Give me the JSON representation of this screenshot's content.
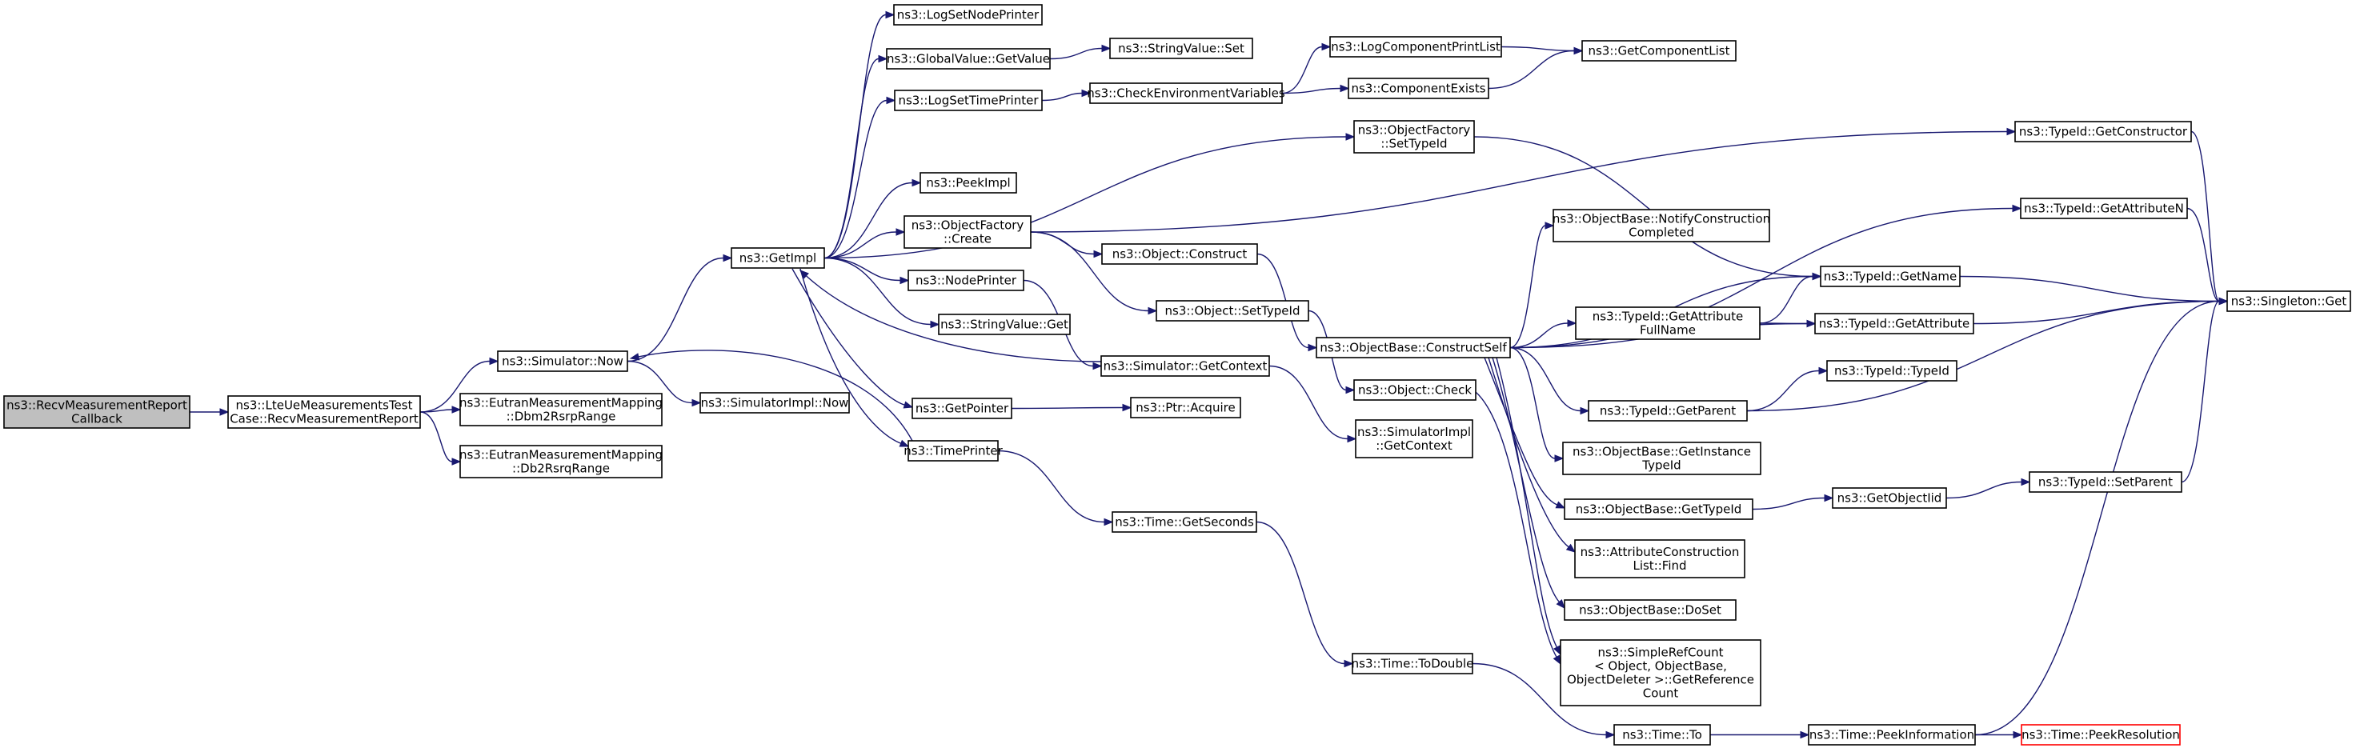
{
  "graph": {
    "nodes": [
      {
        "id": "root",
        "lines": [
          "ns3::RecvMeasurementReport",
          "Callback"
        ],
        "style": "root"
      },
      {
        "id": "lte",
        "lines": [
          "ns3::LteUeMeasurementsTest",
          "Case::RecvMeasurementReport"
        ]
      },
      {
        "id": "now",
        "lines": [
          "ns3::Simulator::Now"
        ]
      },
      {
        "id": "dbm",
        "lines": [
          "ns3::EutranMeasurementMapping",
          "::Dbm2RsrpRange"
        ]
      },
      {
        "id": "db2",
        "lines": [
          "ns3::EutranMeasurementMapping",
          "::Db2RsrqRange"
        ]
      },
      {
        "id": "getimpl",
        "lines": [
          "ns3::GetImpl"
        ]
      },
      {
        "id": "simnow",
        "lines": [
          "ns3::SimulatorImpl::Now"
        ]
      },
      {
        "id": "timeprinter",
        "lines": [
          "ns3::TimePrinter"
        ]
      },
      {
        "id": "lsnp",
        "lines": [
          "ns3::LogSetNodePrinter"
        ]
      },
      {
        "id": "gvget",
        "lines": [
          "ns3::GlobalValue::GetValue"
        ]
      },
      {
        "id": "lstp",
        "lines": [
          "ns3::LogSetTimePrinter"
        ]
      },
      {
        "id": "peekimpl",
        "lines": [
          "ns3::PeekImpl"
        ]
      },
      {
        "id": "ofcreate",
        "lines": [
          "ns3::ObjectFactory",
          "::Create"
        ]
      },
      {
        "id": "nodeprinter",
        "lines": [
          "ns3::NodePrinter"
        ]
      },
      {
        "id": "svget",
        "lines": [
          "ns3::StringValue::Get"
        ]
      },
      {
        "id": "getpointer",
        "lines": [
          "ns3::GetPointer"
        ]
      },
      {
        "id": "svset",
        "lines": [
          "ns3::StringValue::Set"
        ]
      },
      {
        "id": "cev",
        "lines": [
          "ns3::CheckEnvironmentVariables"
        ]
      },
      {
        "id": "objconstruct",
        "lines": [
          "ns3::Object::Construct"
        ]
      },
      {
        "id": "objsettypeid",
        "lines": [
          "ns3::Object::SetTypeId"
        ]
      },
      {
        "id": "simgetctx",
        "lines": [
          "ns3::Simulator::GetContext"
        ]
      },
      {
        "id": "ptracquire",
        "lines": [
          "ns3::Ptr::Acquire"
        ]
      },
      {
        "id": "timegetsec",
        "lines": [
          "ns3::Time::GetSeconds"
        ]
      },
      {
        "id": "lcpl",
        "lines": [
          "ns3::LogComponentPrintList"
        ]
      },
      {
        "id": "compexists",
        "lines": [
          "ns3::ComponentExists"
        ]
      },
      {
        "id": "ofsettypeid",
        "lines": [
          "ns3::ObjectFactory",
          "::SetTypeId"
        ]
      },
      {
        "id": "obconstructself",
        "lines": [
          "ns3::ObjectBase::ConstructSelf"
        ]
      },
      {
        "id": "objcheck",
        "lines": [
          "ns3::Object::Check"
        ]
      },
      {
        "id": "simimplgetctx",
        "lines": [
          "ns3::SimulatorImpl",
          "::GetContext"
        ]
      },
      {
        "id": "timetodouble",
        "lines": [
          "ns3::Time::ToDouble"
        ]
      },
      {
        "id": "getcomplist",
        "lines": [
          "ns3::GetComponentList"
        ]
      },
      {
        "id": "obnotify",
        "lines": [
          "ns3::ObjectBase::NotifyConstruction",
          "Completed"
        ]
      },
      {
        "id": "tidgetattrfull",
        "lines": [
          "ns3::TypeId::GetAttribute",
          "FullName"
        ]
      },
      {
        "id": "tidgetparent",
        "lines": [
          "ns3::TypeId::GetParent"
        ]
      },
      {
        "id": "obgetinst",
        "lines": [
          "ns3::ObjectBase::GetInstance",
          "TypeId"
        ]
      },
      {
        "id": "obgettypeid",
        "lines": [
          "ns3::ObjectBase::GetTypeId"
        ]
      },
      {
        "id": "acfind",
        "lines": [
          "ns3::AttributeConstruction",
          "List::Find"
        ]
      },
      {
        "id": "obdoset",
        "lines": [
          "ns3::ObjectBase::DoSet"
        ]
      },
      {
        "id": "srcount",
        "lines": [
          "ns3::SimpleRefCount",
          "< Object, ObjectBase,",
          " ObjectDeleter >::GetReference",
          "Count"
        ]
      },
      {
        "id": "timeto",
        "lines": [
          "ns3::Time::To"
        ]
      },
      {
        "id": "tidgetname",
        "lines": [
          "ns3::TypeId::GetName"
        ]
      },
      {
        "id": "tidgetattr",
        "lines": [
          "ns3::TypeId::GetAttribute"
        ]
      },
      {
        "id": "tidtypeid",
        "lines": [
          "ns3::TypeId::TypeId"
        ]
      },
      {
        "id": "getobjectiid",
        "lines": [
          "ns3::GetObjectIid"
        ]
      },
      {
        "id": "timepeekinfo",
        "lines": [
          "ns3::Time::PeekInformation"
        ]
      },
      {
        "id": "tidgetctor",
        "lines": [
          "ns3::TypeId::GetConstructor"
        ]
      },
      {
        "id": "tidgetattrn",
        "lines": [
          "ns3::TypeId::GetAttributeN"
        ]
      },
      {
        "id": "tidsetparent",
        "lines": [
          "ns3::TypeId::SetParent"
        ]
      },
      {
        "id": "timepeekres",
        "lines": [
          "ns3::Time::PeekResolution"
        ],
        "style": "trunc"
      },
      {
        "id": "singleton",
        "lines": [
          "ns3::Singleton::Get"
        ]
      }
    ],
    "edges": [
      [
        "root",
        "lte"
      ],
      [
        "lte",
        "now"
      ],
      [
        "lte",
        "dbm"
      ],
      [
        "lte",
        "db2"
      ],
      [
        "now",
        "getimpl"
      ],
      [
        "now",
        "simnow"
      ],
      [
        "getimpl",
        "lsnp"
      ],
      [
        "getimpl",
        "gvget"
      ],
      [
        "getimpl",
        "lstp"
      ],
      [
        "getimpl",
        "ofsettypeid"
      ],
      [
        "getimpl",
        "peekimpl"
      ],
      [
        "getimpl",
        "ofcreate"
      ],
      [
        "getimpl",
        "nodeprinter"
      ],
      [
        "getimpl",
        "svget"
      ],
      [
        "getimpl",
        "getpointer"
      ],
      [
        "getimpl",
        "timeprinter"
      ],
      [
        "simgetctx",
        "getimpl"
      ],
      [
        "simgetctx",
        "simimplgetctx"
      ],
      [
        "nodeprinter",
        "simgetctx"
      ],
      [
        "timeprinter",
        "now"
      ],
      [
        "timeprinter",
        "timegetsec"
      ],
      [
        "gvget",
        "svset"
      ],
      [
        "lstp",
        "cev"
      ],
      [
        "cev",
        "lcpl"
      ],
      [
        "cev",
        "compexists"
      ],
      [
        "lcpl",
        "getcomplist"
      ],
      [
        "compexists",
        "getcomplist"
      ],
      [
        "ofcreate",
        "objconstruct"
      ],
      [
        "ofcreate",
        "objsettypeid"
      ],
      [
        "ofcreate",
        "tidgetctor"
      ],
      [
        "objconstruct",
        "obconstructself"
      ],
      [
        "objsettypeid",
        "objcheck"
      ],
      [
        "getpointer",
        "ptracquire"
      ],
      [
        "ofsettypeid",
        "tidgetname"
      ],
      [
        "timegetsec",
        "timetodouble"
      ],
      [
        "timetodouble",
        "timeto"
      ],
      [
        "timeto",
        "timepeekinfo"
      ],
      [
        "timepeekinfo",
        "timepeekres"
      ],
      [
        "timepeekinfo",
        "singleton"
      ],
      [
        "objcheck",
        "srcount"
      ],
      [
        "obconstructself",
        "tidgetattrn"
      ],
      [
        "obconstructself",
        "obnotify"
      ],
      [
        "obconstructself",
        "tidgetname"
      ],
      [
        "obconstructself",
        "tidgetattrfull"
      ],
      [
        "obconstructself",
        "tidgetattr"
      ],
      [
        "obconstructself",
        "tidgetparent"
      ],
      [
        "obconstructself",
        "obgetinst"
      ],
      [
        "obconstructself",
        "obgettypeid"
      ],
      [
        "obconstructself",
        "acfind"
      ],
      [
        "obconstructself",
        "obdoset"
      ],
      [
        "obconstructself",
        "srcount"
      ],
      [
        "tidgetattrfull",
        "tidgetname"
      ],
      [
        "tidgetattrfull",
        "tidgetattr"
      ],
      [
        "tidgetname",
        "singleton"
      ],
      [
        "tidgetattr",
        "singleton"
      ],
      [
        "tidgetparent",
        "tidtypeid"
      ],
      [
        "tidgetparent",
        "singleton"
      ],
      [
        "obgettypeid",
        "getobjectiid"
      ],
      [
        "getobjectiid",
        "tidsetparent"
      ],
      [
        "tidsetparent",
        "singleton"
      ],
      [
        "tidgetctor",
        "singleton"
      ],
      [
        "tidgetattrn",
        "singleton"
      ]
    ]
  }
}
